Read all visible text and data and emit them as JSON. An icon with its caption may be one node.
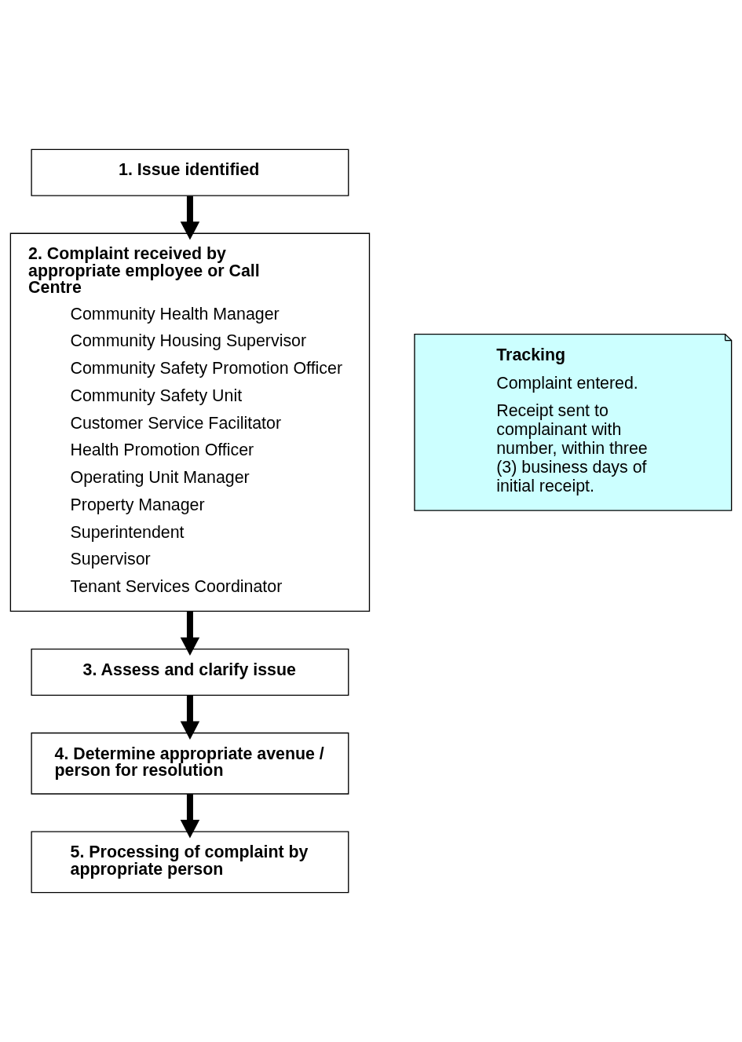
{
  "diagram": {
    "nodes": [
      {
        "text": [
          "1. Issue identified"
        ]
      },
      {
        "text": [
          "2. Complaint received by appropriate employee or Call Centre",
          "Community Health Manager",
          "Community Housing Supervisor",
          "Community Safety Promotion Officer",
          "Community Safety Unit",
          "Customer Service Facilitator",
          "Health Promotion Officer",
          "Operating Unit Manager",
          "Property Manager",
          "Superintendent",
          "Supervisor",
          "Tenant Services Coordinator"
        ]
      },
      {
        "text": [
          "3. Assess and clarify issue"
        ]
      },
      {
        "text": [
          "4. Determine appropriate avenue / person for resolution"
        ]
      },
      {
        "text": [
          "5. Processing of complaint by appropriate person"
        ]
      },
      {
        "text": [
          "Tracking",
          "Complaint entered.",
          "Receipt sent to complainant with number, within three (3) business days of initial receipt."
        ]
      }
    ],
    "edges": [
      {
        "from": 0,
        "to": 1,
        "arrow": "to"
      },
      {
        "from": 1,
        "to": 2,
        "arrow": "to"
      },
      {
        "from": 2,
        "to": 3,
        "arrow": "to"
      },
      {
        "from": 3,
        "to": 4,
        "arrow": "to"
      }
    ]
  }
}
